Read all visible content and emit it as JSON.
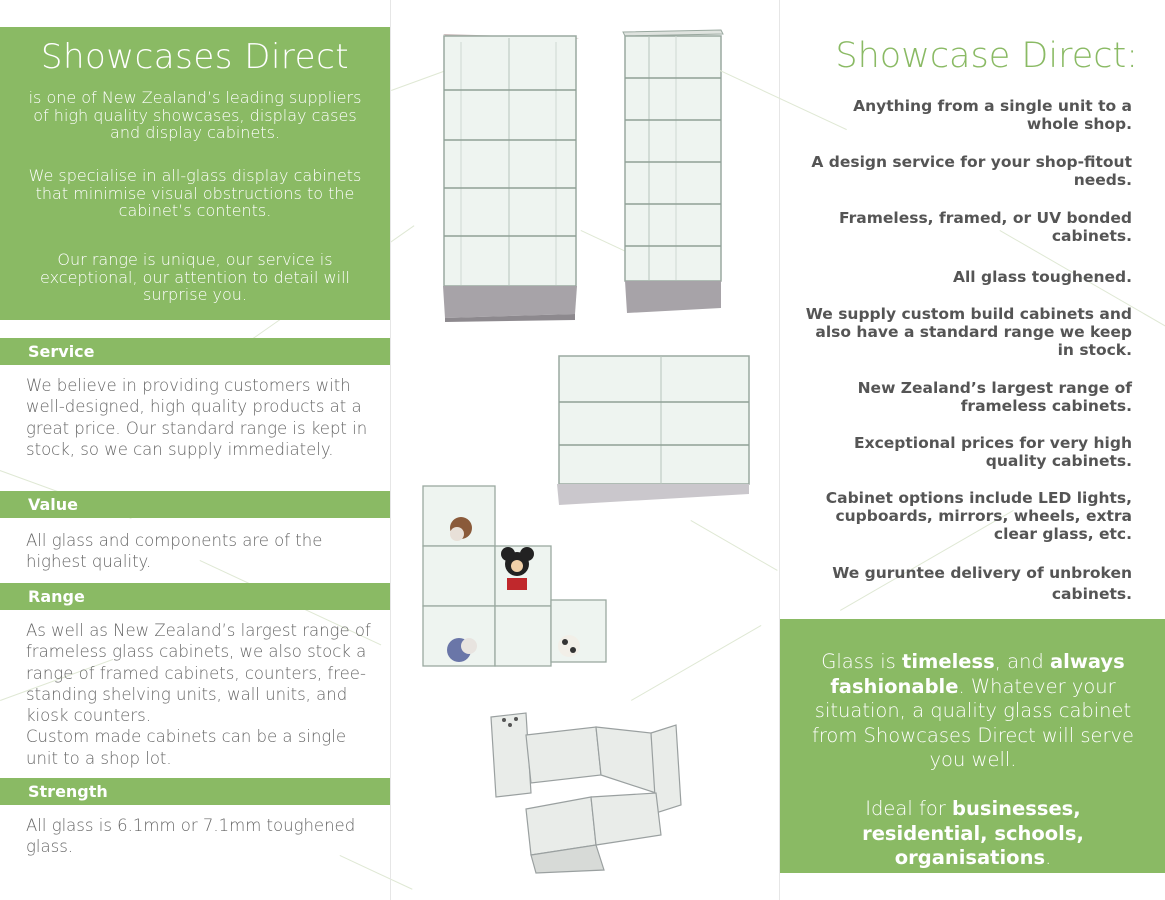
{
  "left": {
    "title": "Showcases Direct",
    "intro": [
      "is  one of New Zealand’s leading suppliers of high quality showcases, display cases and display cabinets.",
      "We specialise in all-glass display cabinets that minimise visual obstructions to the cabinet’s contents.",
      "Our range is unique, our service is exceptional, our attention to detail will surprise you."
    ],
    "sections": [
      {
        "heading": "Service",
        "text": "We believe in providing customers with well-designed, high quality products at a great price. Our standard range is kept in stock, so we can supply immediately."
      },
      {
        "heading": "Value",
        "text": "All glass and components are of the highest quality."
      },
      {
        "heading": "Range",
        "text": "As well as New Zealand’s largest range of frameless glass cabinets, we also stock a range of framed cabinets, counters, free-standing shelving units, wall units, and kiosk counters.",
        "text2": "Custom made cabinets can be a single unit to a shop lot."
      },
      {
        "heading": "Strength",
        "text": "All glass is 6.1mm or 7.1mm toughened glass."
      }
    ]
  },
  "right": {
    "title": "Showcase Direct:",
    "features": [
      "Anything from a single unit to a whole shop.",
      "A design service for your shop-fitout needs.",
      "Frameless, framed, or UV bonded cabinets.",
      "All glass toughened.",
      "We supply custom build cabinets and also have a standard range we keep in stock.",
      "New Zealand’s largest range of frameless cabinets.",
      "Exceptional prices for very high quality cabinets.",
      "Cabinet options include LED lights, cupboards, mirrors, wheels, extra clear glass, etc.",
      "We guruntee delivery of unbroken cabinets."
    ],
    "glass": {
      "p1_a": "Glass is ",
      "p1_b": "timeless",
      "p1_c": ", and ",
      "p1_d": "always fashionable",
      "p1_e": ". Whatever your situation, a quality glass cabinet from Showcases Direct will serve you well.",
      "p2_a": "Ideal for ",
      "p2_b": "businesses, residential, schools, organisations",
      "p2_c": "."
    }
  },
  "colors": {
    "accent": "#8aba64",
    "text": "#555555"
  }
}
